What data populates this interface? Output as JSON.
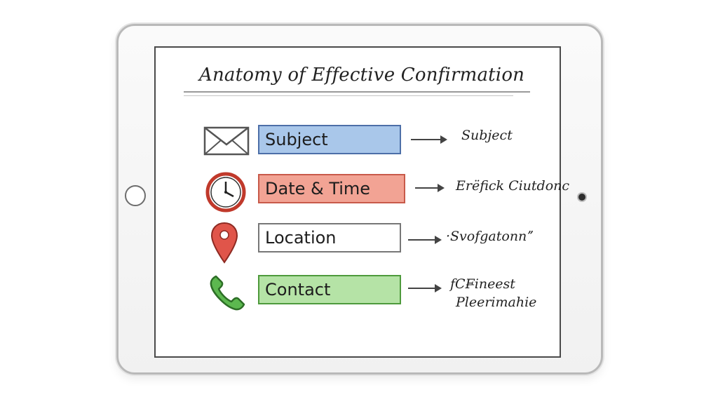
{
  "diagram": {
    "title": "Anatomy of Effective Confirmation",
    "rows": [
      {
        "icon": "envelope-icon",
        "label": "Subject",
        "note": "Subject",
        "fill": "#a9c7ea",
        "border": "#4d6fa8"
      },
      {
        "icon": "clock-icon",
        "label": "Date & Time",
        "note": "Erёfick Ciutdonc",
        "fill": "#f2a394",
        "border": "#c85a4a"
      },
      {
        "icon": "location-pin-icon",
        "label": "Location",
        "note": "·Svofgatonnˮ",
        "fill": "#ffffff",
        "border": "#777777"
      },
      {
        "icon": "phone-icon",
        "label": "Contact",
        "note_line1": "fCF̶ineest",
        "note_line2": "Plеerimahie",
        "fill": "#b5e3a6",
        "border": "#4e9a3c"
      }
    ],
    "colors": {
      "clock_ring": "#c0392b",
      "pin": "#e0554a",
      "phone": "#3f9a3a",
      "envelope": "#555555"
    }
  }
}
